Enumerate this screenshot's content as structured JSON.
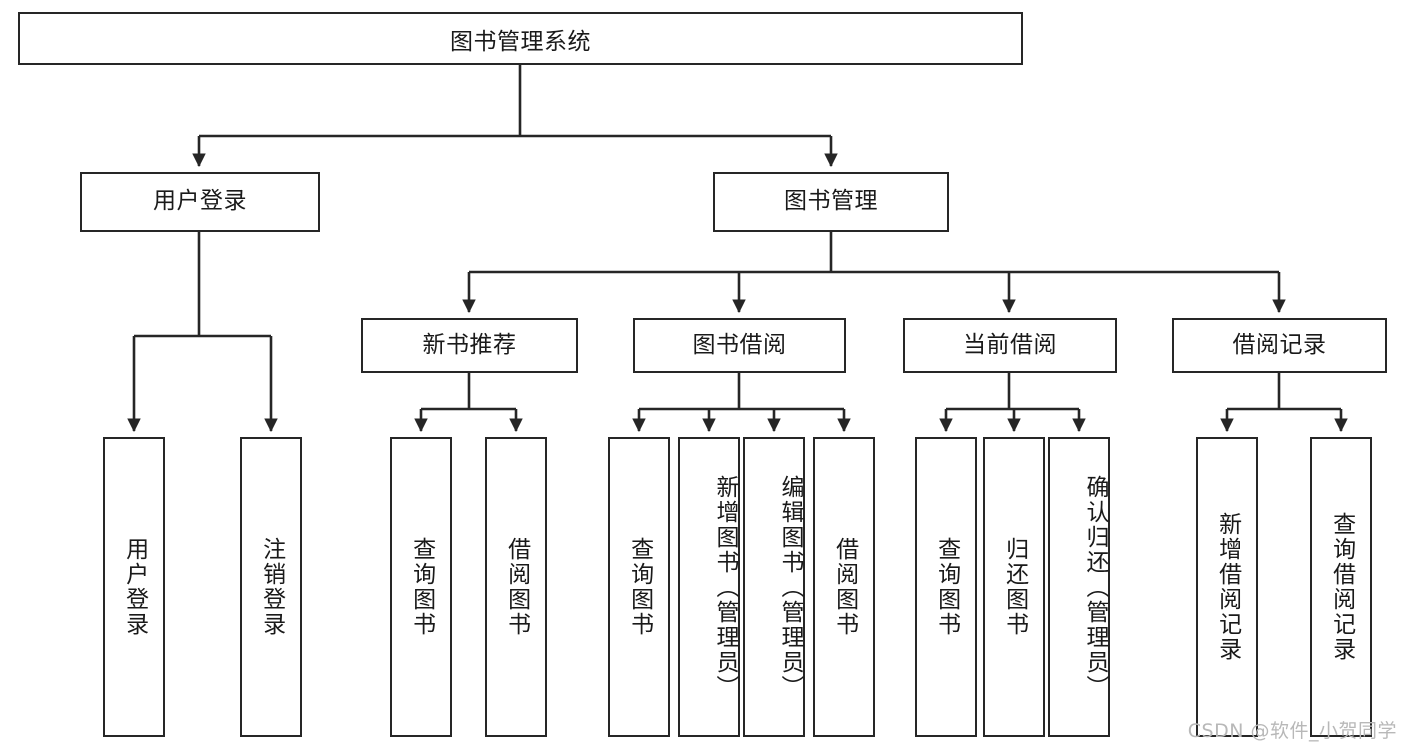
{
  "diagram": {
    "type": "tree",
    "title": "图书管理系统",
    "root": {
      "id": "root",
      "label": "图书管理系统"
    },
    "level2": [
      {
        "id": "user-login",
        "label": "用户登录"
      },
      {
        "id": "book-manage",
        "label": "图书管理"
      }
    ],
    "level3": [
      {
        "id": "new-book-rec",
        "label": "新书推荐"
      },
      {
        "id": "book-borrow",
        "label": "图书借阅"
      },
      {
        "id": "current-borrow",
        "label": "当前借阅"
      },
      {
        "id": "borrow-record",
        "label": "借阅记录"
      }
    ],
    "leaves": [
      {
        "id": "leaf-user-login",
        "label": "用户登录",
        "parent": "user-login"
      },
      {
        "id": "leaf-user-logout",
        "label": "注销登录",
        "parent": "user-login"
      },
      {
        "id": "leaf-query-book-1",
        "label": "查询图书",
        "parent": "new-book-rec"
      },
      {
        "id": "leaf-borrow-book-1",
        "label": "借阅图书",
        "parent": "new-book-rec"
      },
      {
        "id": "leaf-query-book-2",
        "label": "查询图书",
        "parent": "book-borrow"
      },
      {
        "id": "leaf-add-book",
        "label": "新增图书（管理员）",
        "parent": "book-borrow"
      },
      {
        "id": "leaf-edit-book",
        "label": "编辑图书（管理员）",
        "parent": "book-borrow"
      },
      {
        "id": "leaf-borrow-book-2",
        "label": "借阅图书",
        "parent": "book-borrow"
      },
      {
        "id": "leaf-query-book-3",
        "label": "查询图书",
        "parent": "current-borrow"
      },
      {
        "id": "leaf-return-book",
        "label": "归还图书",
        "parent": "current-borrow"
      },
      {
        "id": "leaf-confirm-return",
        "label": "确认归还（管理员）",
        "parent": "current-borrow"
      },
      {
        "id": "leaf-add-record",
        "label": "新增借阅记录",
        "parent": "borrow-record"
      },
      {
        "id": "leaf-query-record",
        "label": "查询借阅记录",
        "parent": "borrow-record"
      }
    ],
    "colors": {
      "background": "#ffffff",
      "border": "#262626",
      "text": "#1a1a1a",
      "edge": "#262626",
      "watermark": "#b8b8b8"
    }
  },
  "watermark": {
    "text": "CSDN @软件_小贺同学"
  }
}
